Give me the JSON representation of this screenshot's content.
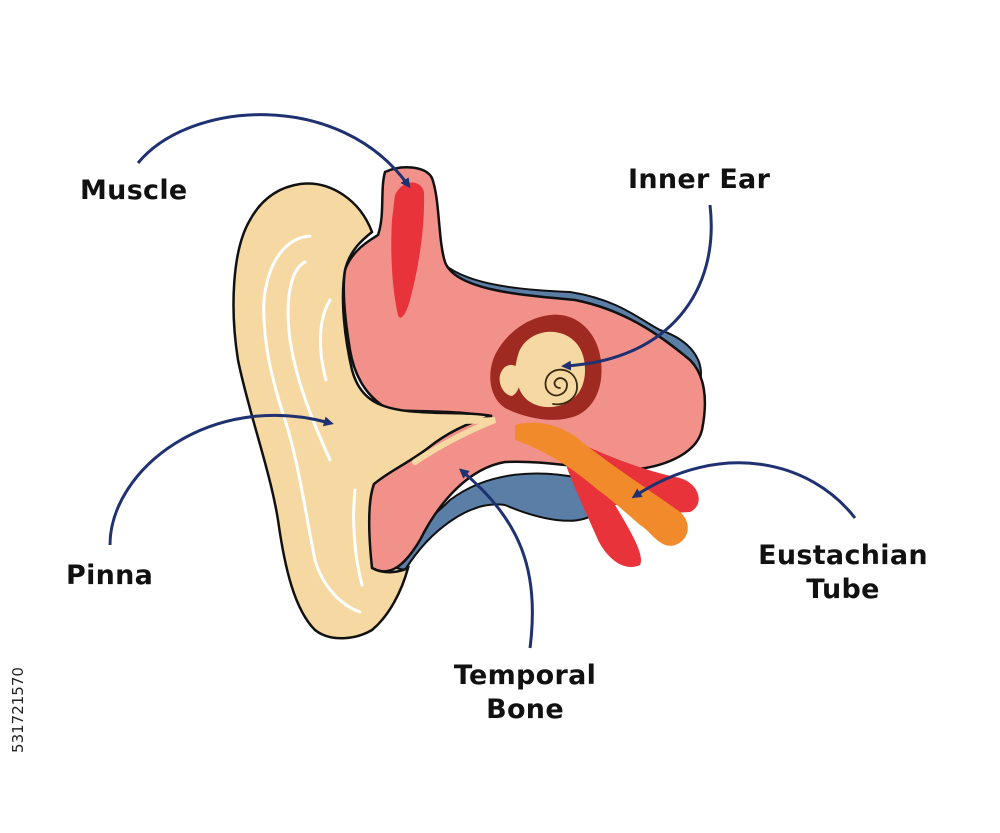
{
  "labels": {
    "muscle": "Muscle",
    "inner_ear": "Inner Ear",
    "pinna": "Pinna",
    "eustachian_line1": "Eustachian",
    "eustachian_line2": "Tube",
    "temporal_line1": "Temporal",
    "temporal_line2": "Bone"
  },
  "stock_id": "531721570",
  "colors": {
    "pinna": "#f6d9a2",
    "tissue": "#f2918a",
    "bone_shadow": "#5b7ea6",
    "muscle": "#e8333a",
    "cochlea_outer": "#9e2a22",
    "cochlea_inner": "#f6d9a2",
    "tube_orange": "#f08a2a",
    "tube_red": "#e8333a",
    "arrow": "#1f3170",
    "outline": "#111111"
  }
}
